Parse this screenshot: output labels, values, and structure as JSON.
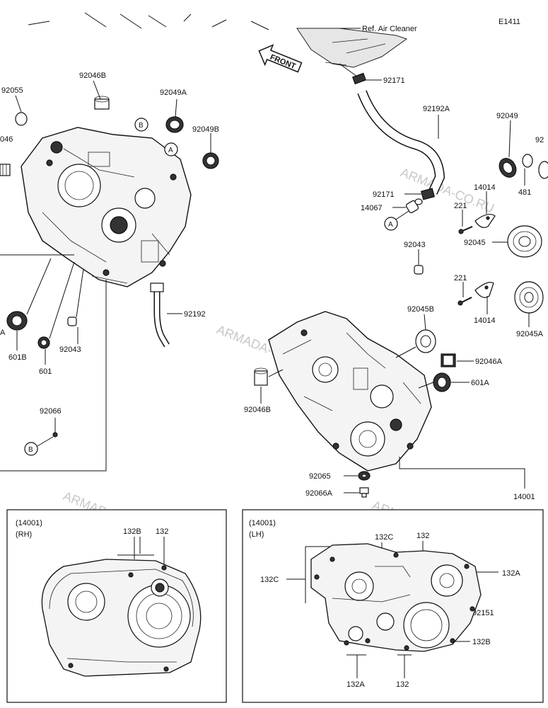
{
  "header": {
    "code": "E1411",
    "ref_text": "Ref. Air Cleaner",
    "front_label": "FRONT"
  },
  "callouts": {
    "p92046B_top": "92046B",
    "p92055": "92055",
    "p046": "046",
    "p92049A": "92049A",
    "p92049B": "92049B",
    "cB_top": "B",
    "cA_top": "A",
    "p92171_top": "92171",
    "p92192A": "92192A",
    "p92049_right": "92049",
    "p92_right": "92",
    "p481": "481",
    "p14014_top": "14014",
    "p92171_mid": "92171",
    "p14067": "14067",
    "p221_top": "221",
    "cA_mid": "A",
    "p92045": "92045",
    "p92043_right": "92043",
    "p221_bottom": "221",
    "p14014_bottom": "14014",
    "p92045A": "92045A",
    "p92192": "92192",
    "p92045B": "92045B",
    "p92046A": "92046A",
    "p601A": "601A",
    "p92046B_mid": "92046B",
    "pA_left": "A",
    "p601B": "601B",
    "p601": "601",
    "p92043_left": "92043",
    "p92066": "92066",
    "cB_left": "B",
    "p92065": "92065",
    "p92066A": "92066A",
    "p14001": "14001"
  },
  "inset_rh": {
    "ref": "(14001)",
    "side": "(RH)",
    "p132B": "132B",
    "p132": "132"
  },
  "inset_lh": {
    "ref": "(14001)",
    "side": "(LH)",
    "p132C_top": "132C",
    "p132_top": "132",
    "p132C_left": "132C",
    "p132A_right": "132A",
    "p92151": "92151",
    "p132B": "132B",
    "p132A_bottom": "132A",
    "p132_bottom": "132"
  },
  "watermark": "ARMADA-CO.RU"
}
